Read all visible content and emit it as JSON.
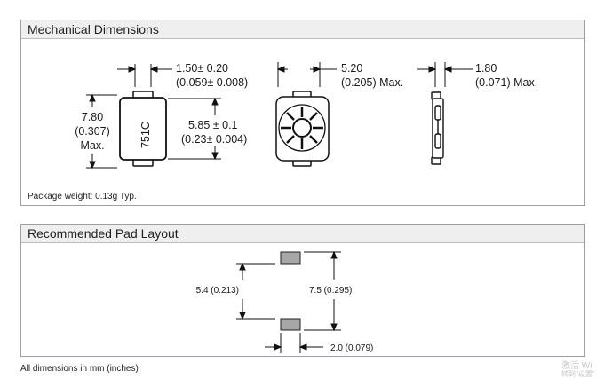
{
  "sections": {
    "mechanical": {
      "title": "Mechanical Dimensions",
      "package_weight": "Package weight: 0.13g Typ.",
      "marking": "751C",
      "dims": {
        "lead_width": "1.50± 0.20",
        "lead_width_in": "(0.059± 0.008)",
        "height_mm": "7.80",
        "height_in": "(0.307)",
        "height_note": "Max.",
        "body_mm": "5.85 ± 0.1",
        "body_in": "(0.23± 0.004)",
        "width_mm": "5.20",
        "width_in": "(0.205) Max.",
        "depth_mm": "1.80",
        "depth_in": "(0.071) Max."
      }
    },
    "pad_layout": {
      "title": "Recommended Pad Layout",
      "inner": "5.4 (0.213)",
      "outer": "7.5 (0.295)",
      "pad": "2.0 (0.079)"
    }
  },
  "footer": {
    "note": "All dimensions in mm (inches)"
  },
  "watermark": {
    "line1": "激活 Wi",
    "line2": "转到\"设置\""
  }
}
